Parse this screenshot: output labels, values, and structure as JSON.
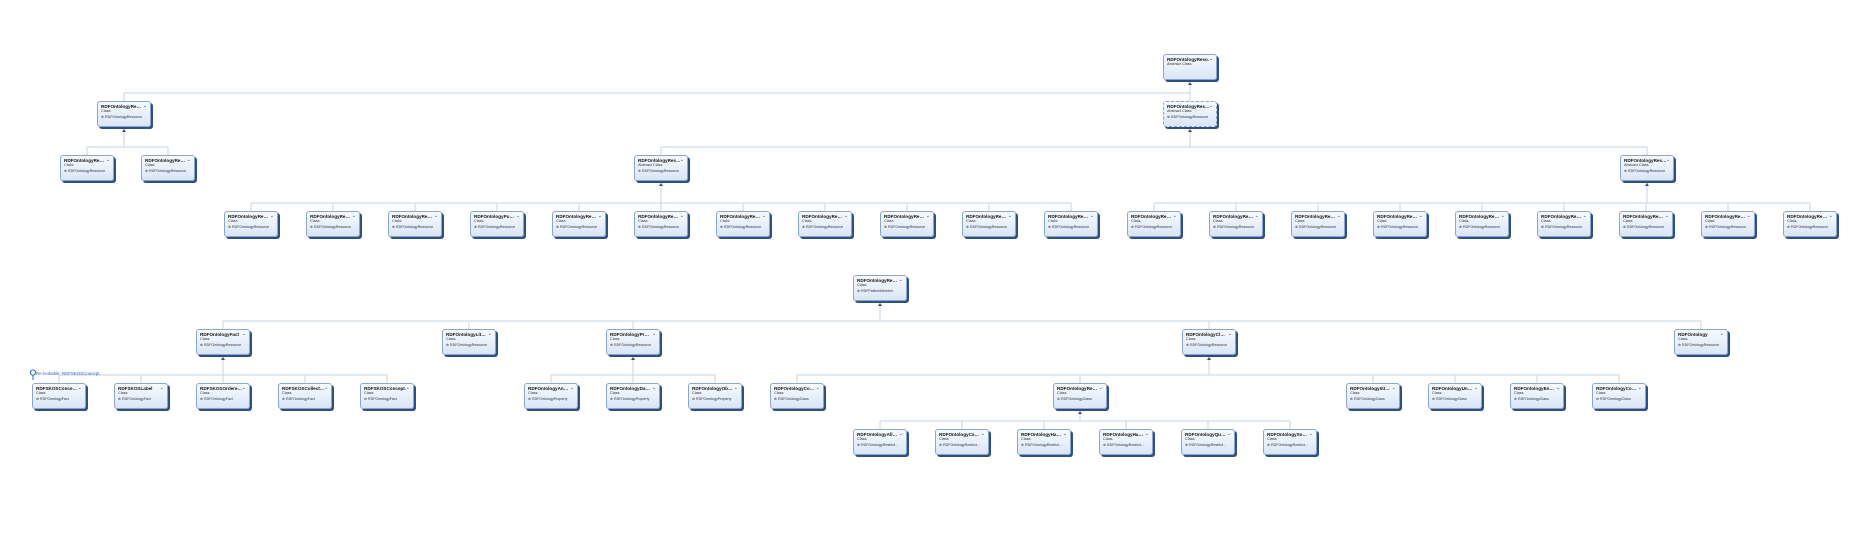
{
  "diagram": {
    "note": "Re-lookable: RDFSKOSConcept",
    "nodes": [
      {
        "id": "n1",
        "title": "RDFOntologyReso…",
        "kind": "Abstract Class",
        "base": ""
      },
      {
        "id": "n2",
        "title": "RDFOntologyRe…",
        "kind": "Class",
        "base": "⊕ RDFOntologyResource"
      },
      {
        "id": "n3",
        "title": "RDFOntologyRes…",
        "kind": "Abstract Class",
        "base": "⊕ RDFOntologyResource"
      },
      {
        "id": "n4",
        "title": "RDFOntologyRe…",
        "kind": "Class",
        "base": "⊕ RDFOntologyResource"
      },
      {
        "id": "n5",
        "title": "RDFOntologyRe…",
        "kind": "Class",
        "base": "⊕ RDFOntologyResource"
      },
      {
        "id": "n6",
        "title": "RDFOntologyRes…",
        "kind": "Abstract Class",
        "base": "⊕ RDFOntologyResource"
      },
      {
        "id": "n7",
        "title": "RDFOntologyRes…",
        "kind": "Abstract Class",
        "base": "⊕ RDFOntologyResource"
      },
      {
        "id": "r1",
        "title": "RDFOntologyRe…",
        "kind": "Class",
        "base": "⊕ RDFOntologyResource"
      },
      {
        "id": "r2",
        "title": "RDFOntologyRe…",
        "kind": "Class",
        "base": "⊕ RDFOntologyResource"
      },
      {
        "id": "r3",
        "title": "RDFOntologyRe…",
        "kind": "Class",
        "base": "⊕ RDFOntologyResource"
      },
      {
        "id": "r4",
        "title": "RDFOntologyPu…",
        "kind": "Class",
        "base": "⊕ RDFOntologyResource"
      },
      {
        "id": "r5",
        "title": "RDFOntologyRe…",
        "kind": "Class",
        "base": "⊕ RDFOntologyResource"
      },
      {
        "id": "r6",
        "title": "RDFOntologyRe…",
        "kind": "Class",
        "base": "⊕ RDFOntologyResource"
      },
      {
        "id": "r7",
        "title": "RDFOntologyRe…",
        "kind": "Class",
        "base": "⊕ RDFOntologyResource"
      },
      {
        "id": "r8",
        "title": "RDFOntologyRe…",
        "kind": "Class",
        "base": "⊕ RDFOntologyResource"
      },
      {
        "id": "r9",
        "title": "RDFOntologyRe…",
        "kind": "Class",
        "base": "⊕ RDFOntologyResource"
      },
      {
        "id": "r10",
        "title": "RDFOntologyRe…",
        "kind": "Class",
        "base": "⊕ RDFOntologyResource"
      },
      {
        "id": "r11",
        "title": "RDFOntologyRe…",
        "kind": "Class",
        "base": "⊕ RDFOntologyResource"
      },
      {
        "id": "r12",
        "title": "RDFOntologyRe…",
        "kind": "Class",
        "base": "⊕ RDFOntologyResource"
      },
      {
        "id": "r13",
        "title": "RDFOntologyRe…",
        "kind": "Class",
        "base": "⊕ RDFOntologyResource"
      },
      {
        "id": "r14",
        "title": "RDFOntologyRe…",
        "kind": "Class",
        "base": "⊕ RDFOntologyResource"
      },
      {
        "id": "r15",
        "title": "RDFOntologyRe…",
        "kind": "Class",
        "base": "⊕ RDFOntologyResource"
      },
      {
        "id": "r16",
        "title": "RDFOntologyRe…",
        "kind": "Class",
        "base": "⊕ RDFOntologyResource"
      },
      {
        "id": "r17",
        "title": "RDFOntologyRe…",
        "kind": "Class",
        "base": "⊕ RDFOntologyResource"
      },
      {
        "id": "r18",
        "title": "RDFOntologyRe…",
        "kind": "Class",
        "base": "⊕ RDFOntologyResource"
      },
      {
        "id": "r19",
        "title": "RDFOntologyRe…",
        "kind": "Class",
        "base": "⊕ RDFOntologyResource"
      },
      {
        "id": "r20",
        "title": "RDFOntologyRe…",
        "kind": "Class",
        "base": "⊕ RDFOntologyResource"
      },
      {
        "id": "m1",
        "title": "RDFOntologyRe…",
        "kind": "Class",
        "base": "⊕ RDFPatternMember"
      },
      {
        "id": "a1",
        "title": "RDFOntologyFact",
        "kind": "Class",
        "base": "⊕ RDFOntologyResource"
      },
      {
        "id": "a2",
        "title": "RDFOntologyLit…",
        "kind": "Class",
        "base": "⊕ RDFOntologyResource"
      },
      {
        "id": "a3",
        "title": "RDFOntologyPr…",
        "kind": "Class",
        "base": "⊕ RDFOntologyResource"
      },
      {
        "id": "a4",
        "title": "RDFOntologyCl…",
        "kind": "Class",
        "base": "⊕ RDFOntologyResource"
      },
      {
        "id": "a5",
        "title": "RDFOntology",
        "kind": "Class",
        "base": "⊕ RDFOntologyResource"
      },
      {
        "id": "f1",
        "title": "RDFSKOSConce…",
        "kind": "Class",
        "base": "⊕ RDFOntologyFact"
      },
      {
        "id": "f2",
        "title": "RDFSKOSLabel",
        "kind": "Class",
        "base": "⊕ RDFOntologyFact"
      },
      {
        "id": "f3",
        "title": "RDFSKOSOrdere…",
        "kind": "Class",
        "base": "⊕ RDFOntologyFact"
      },
      {
        "id": "f4",
        "title": "RDFSKOSCollect…",
        "kind": "Class",
        "base": "⊕ RDFOntologyFact"
      },
      {
        "id": "f5",
        "title": "RDFSKOSConcept…",
        "kind": "Class",
        "base": "⊕ RDFOntologyFact"
      },
      {
        "id": "p1",
        "title": "RDFOntologyAn…",
        "kind": "Class",
        "base": "⊕ RDFOntologyProperty"
      },
      {
        "id": "p2",
        "title": "RDFOntologyDa…",
        "kind": "Class",
        "base": "⊕ RDFOntologyProperty"
      },
      {
        "id": "p3",
        "title": "RDFOntologyOb…",
        "kind": "Class",
        "base": "⊕ RDFOntologyProperty"
      },
      {
        "id": "c1",
        "title": "RDFOntologyCo…",
        "kind": "Class",
        "base": "⊕ RDFOntologyClass"
      },
      {
        "id": "c2",
        "title": "RDFOntologyRe…",
        "kind": "Class",
        "base": "⊕ RDFOntologyClass"
      },
      {
        "id": "c3",
        "title": "RDFOntologyInt…",
        "kind": "Class",
        "base": "⊕ RDFOntologyClass"
      },
      {
        "id": "c4",
        "title": "RDFOntologyUn…",
        "kind": "Class",
        "base": "⊕ RDFOntologyClass"
      },
      {
        "id": "c5",
        "title": "RDFOntologyEn…",
        "kind": "Class",
        "base": "⊕ RDFOntologyClass"
      },
      {
        "id": "c6",
        "title": "RDFOntologyCo…",
        "kind": "Class",
        "base": "⊕ RDFOntologyClass"
      },
      {
        "id": "s1",
        "title": "RDFOntologyAll…",
        "kind": "Class",
        "base": "⊕ RDFOntologyRestrict…"
      },
      {
        "id": "s2",
        "title": "RDFOntologyCa…",
        "kind": "Class",
        "base": "⊕ RDFOntologyRestrict…"
      },
      {
        "id": "s3",
        "title": "RDFOntologyHa…",
        "kind": "Class",
        "base": "⊕ RDFOntologyRestrict…"
      },
      {
        "id": "s4",
        "title": "RDFOntologyHa…",
        "kind": "Class",
        "base": "⊕ RDFOntologyRestrict…"
      },
      {
        "id": "s5",
        "title": "RDFOntologyQu…",
        "kind": "Class",
        "base": "⊕ RDFOntologyRestrict…"
      },
      {
        "id": "s6",
        "title": "RDFOntologySo…",
        "kind": "Class",
        "base": "⊕ RDFOntologyRestrict…"
      }
    ],
    "edges": [
      {
        "parent": "n1",
        "children": [
          "n2",
          "n3"
        ]
      },
      {
        "parent": "n2",
        "children": [
          "n4",
          "n5"
        ]
      },
      {
        "parent": "n3",
        "children": [
          "n6",
          "n7"
        ]
      },
      {
        "parent": "n6",
        "children": [
          "r1",
          "r2",
          "r3",
          "r4",
          "r5",
          "r6",
          "r7",
          "r8",
          "r9",
          "r10",
          "r11"
        ]
      },
      {
        "parent": "n7",
        "children": [
          "r12",
          "r13",
          "r14",
          "r15",
          "r16",
          "r17",
          "r18",
          "r19",
          "r20"
        ]
      },
      {
        "parent": "m1",
        "children": [
          "a1",
          "a2",
          "a3",
          "a4",
          "a5"
        ]
      },
      {
        "parent": "a1",
        "children": [
          "f1",
          "f2",
          "f3",
          "f4",
          "f5"
        ]
      },
      {
        "parent": "a3",
        "children": [
          "p1",
          "p2",
          "p3"
        ]
      },
      {
        "parent": "a4",
        "children": [
          "c1",
          "c2",
          "c3",
          "c4",
          "c5",
          "c6"
        ]
      },
      {
        "parent": "c2",
        "children": [
          "s1",
          "s2",
          "s3",
          "s4",
          "s5",
          "s6"
        ]
      }
    ]
  }
}
